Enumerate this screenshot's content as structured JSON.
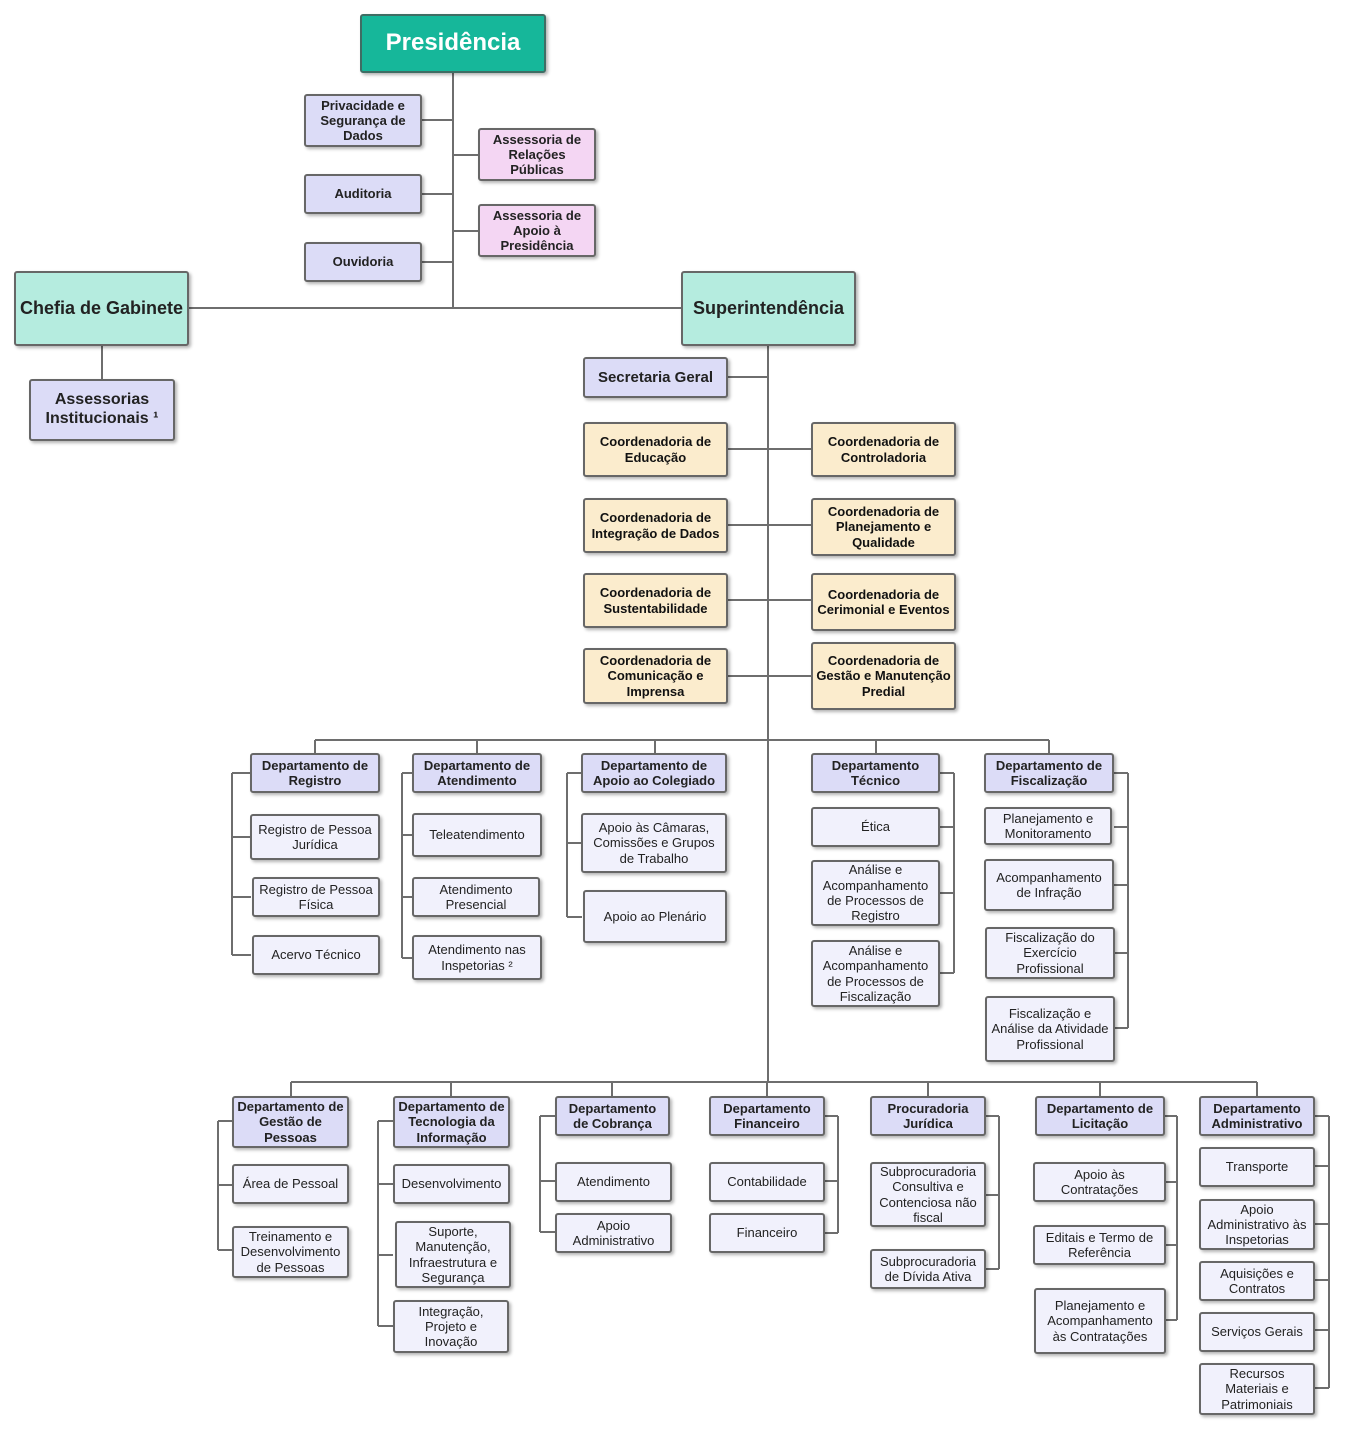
{
  "presidencia": "Presidência",
  "staff": [
    "Privacidade e Segurança de Dados",
    "Auditoria",
    "Ouvidoria"
  ],
  "assessorias": [
    "Assessoria de Relações Públicas",
    "Assessoria de Apoio à Presidência"
  ],
  "chefia": "Chefia de Gabinete",
  "institucionais": "Assessorias Institucionais ¹",
  "superintendencia": "Superintendência",
  "secretaria": "Secretaria Geral",
  "coord_left": [
    "Coordenadoria de Educação",
    "Coordenadoria de Integração de Dados",
    "Coordenadoria de Sustentabilidade",
    "Coordenadoria de Comunicação e Imprensa"
  ],
  "coord_right": [
    "Coordenadoria de Controladoria",
    "Coordenadoria de Planejamento e Qualidade",
    "Coordenadoria de Cerimonial e Eventos",
    "Coordenadoria de Gestão e Manutenção Predial"
  ],
  "dept_row1": [
    {
      "name": "Departamento de Registro",
      "units": [
        "Registro de Pessoa Jurídica",
        "Registro de Pessoa Física",
        "Acervo Técnico"
      ]
    },
    {
      "name": "Departamento de Atendimento",
      "units": [
        "Teleatendimento",
        "Atendimento Presencial",
        "Atendimento nas Inspetorias ²"
      ]
    },
    {
      "name": "Departamento de Apoio ao Colegiado",
      "units": [
        "Apoio às Câmaras, Comissões e Grupos de Trabalho",
        "Apoio ao Plenário"
      ]
    },
    {
      "name": "Departamento Técnico",
      "units": [
        "Ética",
        "Análise e Acompanhamento de Processos de Registro",
        "Análise e Acompanhamento de Processos de Fiscalização"
      ]
    },
    {
      "name": "Departamento de Fiscalização",
      "units": [
        "Planejamento e Monitoramento",
        "Acompanhamento de Infração",
        "Fiscalização do Exercício Profissional",
        "Fiscalização e Análise da Atividade Profissional"
      ]
    }
  ],
  "dept_row2": [
    {
      "name": "Departamento de Gestão de Pessoas",
      "units": [
        "Área de Pessoal",
        "Treinamento e Desenvolvimento de Pessoas"
      ]
    },
    {
      "name": "Departamento de Tecnologia da Informação",
      "units": [
        "Desenvolvimento",
        "Suporte, Manutenção, Infraestrutura e Segurança",
        "Integração, Projeto e Inovação"
      ]
    },
    {
      "name": "Departamento de Cobrança",
      "units": [
        "Atendimento",
        "Apoio Administrativo"
      ]
    },
    {
      "name": "Departamento Financeiro",
      "units": [
        "Contabilidade",
        "Financeiro"
      ]
    },
    {
      "name": "Procuradoria Jurídica",
      "units": [
        "Subprocuradoria Consultiva e Contenciosa não fiscal",
        "Subprocuradoria de Dívida Ativa"
      ]
    },
    {
      "name": "Departamento de Licitação",
      "units": [
        "Apoio às Contratações",
        "Editais e Termo de Referência",
        "Planejamento e Acompanhamento às Contratações"
      ]
    },
    {
      "name": "Departamento Administrativo",
      "units": [
        "Transporte",
        "Apoio Administrativo às Inspetorias",
        "Aquisições e Contratos",
        "Serviços Gerais",
        "Recursos Materiais e Patrimoniais"
      ]
    }
  ]
}
